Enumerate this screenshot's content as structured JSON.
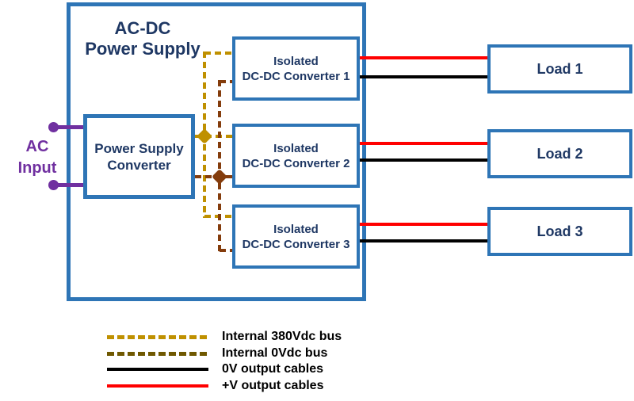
{
  "colors": {
    "box_border_blue": "#2E75B6",
    "label_text_navy": "#1F3864",
    "ac_input_purple": "#7030A0",
    "bus_380vdc_gold": "#BF9000",
    "bus_0vdc_brown": "#843C0C",
    "legend_0vdc_swatch": "#6F5800",
    "cable_0v_black": "#000000",
    "cable_plus_v_red": "#FF0000"
  },
  "power_supply": {
    "title": [
      "AC-DC",
      "Power Supply"
    ],
    "converter": [
      "Power Supply",
      "Converter"
    ]
  },
  "ac_input": [
    "AC",
    "Input"
  ],
  "dcdc_converters": [
    {
      "line1": "Isolated",
      "line2": "DC-DC Converter 1"
    },
    {
      "line1": "Isolated",
      "line2": "DC-DC Converter 2"
    },
    {
      "line1": "Isolated",
      "line2": "DC-DC Converter 3"
    }
  ],
  "loads": [
    {
      "label": "Load 1"
    },
    {
      "label": "Load 2"
    },
    {
      "label": "Load 3"
    }
  ],
  "legend": {
    "items": [
      {
        "label": "Internal 380Vdc bus",
        "line_style": "dashed",
        "color": "#BF9000"
      },
      {
        "label": "Internal 0Vdc bus",
        "line_style": "dashed",
        "color": "#6F5800"
      },
      {
        "label": "0V output cables",
        "line_style": "solid",
        "color": "#000000"
      },
      {
        "label": "+V output cables",
        "line_style": "solid",
        "color": "#FF0000"
      }
    ]
  }
}
